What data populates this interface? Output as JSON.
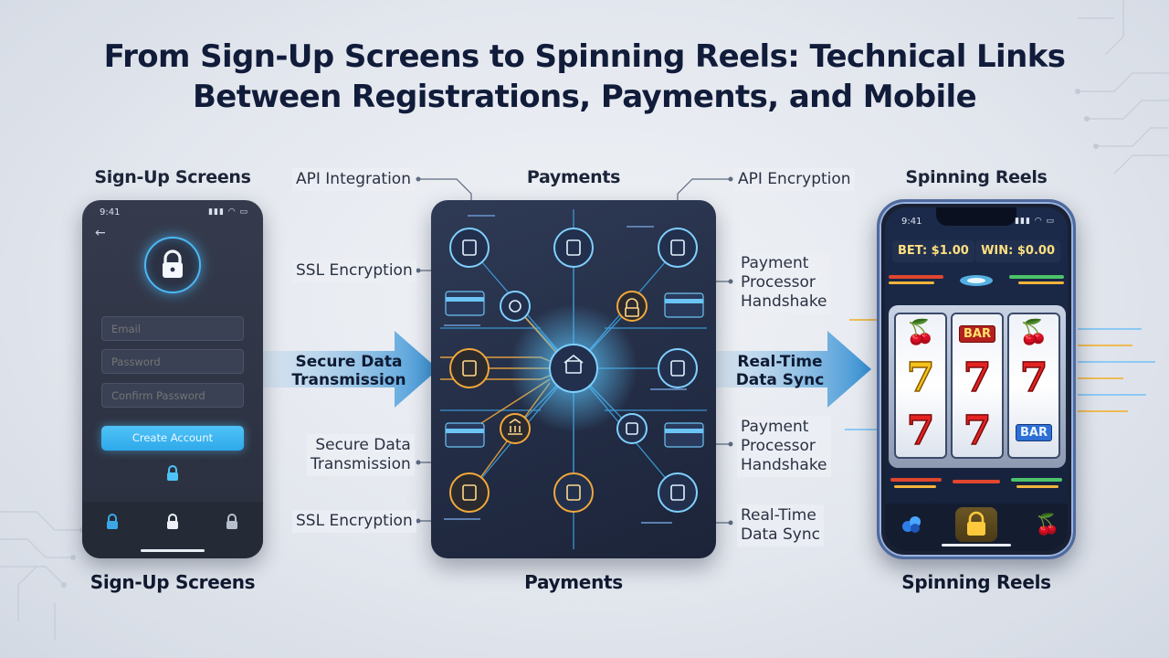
{
  "title": {
    "line1": "From Sign-Up Screens to Spinning Reels: Technical Links",
    "line2": "Between Registrations, Payments, and Mobile"
  },
  "sections": {
    "signup": {
      "top_label": "Sign-Up Screens",
      "bottom_label": "Sign-Up Screens"
    },
    "payments": {
      "top_label": "Payments",
      "bottom_label": "Payments"
    },
    "reels": {
      "top_label": "Spinning Reels",
      "bottom_label": "Spinning Reels"
    }
  },
  "signup_phone": {
    "time": "9:41",
    "status_icons": "▮▮▮ ◠ ▭",
    "back_icon": "back-arrow-icon",
    "email_placeholder": "Email",
    "password_placeholder": "Password",
    "confirm_placeholder": "Confirm Password",
    "create_button": "Create Account",
    "accent_color": "#4fc3f7"
  },
  "arrows": {
    "left": {
      "line1": "Secure Data",
      "line2": "Transmission"
    },
    "right": {
      "line1": "Real-Time",
      "line2": "Data Sync"
    }
  },
  "callouts": {
    "left": [
      {
        "text": "API Integration"
      },
      {
        "text": "SSL Encryption"
      },
      {
        "line1": "Secure Data",
        "line2": "Transmission"
      },
      {
        "text": "SSL Encryption"
      }
    ],
    "right": [
      {
        "text": "API Encryption"
      },
      {
        "line1": "Payment",
        "line2": "Processor",
        "line3": "Handshake"
      },
      {
        "line1": "Payment",
        "line2": "Processor",
        "line3": "Handshake"
      },
      {
        "line1": "Real-Time",
        "line2": "Data Sync"
      }
    ]
  },
  "reels_phone": {
    "time": "9:41",
    "status_icons": "▮▮▮ ◠ ▭",
    "bet": "BET: $1.00",
    "win": "WIN: $0.00",
    "bar_label": "BAR",
    "seven": "7",
    "tab_icons": [
      "dice-icon",
      "lock-icon",
      "cherry-icon"
    ]
  }
}
